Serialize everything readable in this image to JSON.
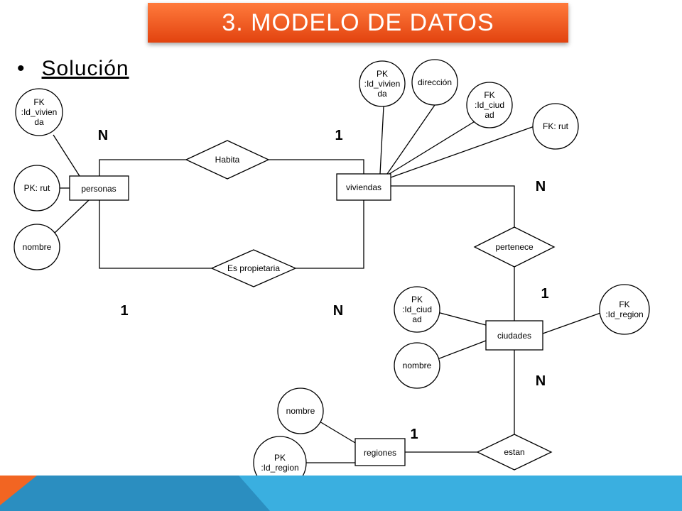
{
  "slide": {
    "title": "3. MODELO DE DATOS",
    "bullet": "•",
    "subtitle": "Solución"
  },
  "colors": {
    "title_bg_top": "#ff7a3c",
    "title_bg_bottom": "#e2430f",
    "footer_blue": "#3aafe0",
    "footer_dark_blue": "#2b8ec0",
    "footer_orange": "#f26522"
  },
  "entities": {
    "personas": "personas",
    "viviendas": "viviendas",
    "ciudades": "ciudades",
    "regiones": "regiones"
  },
  "relationships": {
    "habita": "Habita",
    "es_propietaria": "Es propietaria",
    "pertenece": "pertenece",
    "estan": "estan"
  },
  "attributes": {
    "personas_fk_vivienda": [
      "FK",
      ":Id_vivien",
      "da"
    ],
    "personas_pk_rut": [
      "PK: rut"
    ],
    "personas_nombre": [
      "nombre"
    ],
    "viviendas_pk_id": [
      "PK",
      ":Id_vivien",
      "da"
    ],
    "viviendas_direccion": [
      "dirección"
    ],
    "viviendas_fk_ciudad": [
      "FK",
      ":Id_ciud",
      "ad"
    ],
    "viviendas_fk_rut": [
      "FK: rut"
    ],
    "ciudades_pk_id": [
      "PK",
      ":Id_ciud",
      "ad"
    ],
    "ciudades_nombre": [
      "nombre"
    ],
    "ciudades_fk_region": [
      "FK",
      ":Id_region"
    ],
    "regiones_nombre": [
      "nombre"
    ],
    "regiones_pk_id": [
      "PK",
      ":Id_region"
    ]
  },
  "cardinalities": {
    "habita_personas": "N",
    "habita_viviendas": "1",
    "propietaria_personas": "1",
    "propietaria_viviendas": "N",
    "pertenece_viviendas": "N",
    "pertenece_ciudades": "1",
    "estan_ciudades": "N",
    "estan_regiones": "1"
  }
}
